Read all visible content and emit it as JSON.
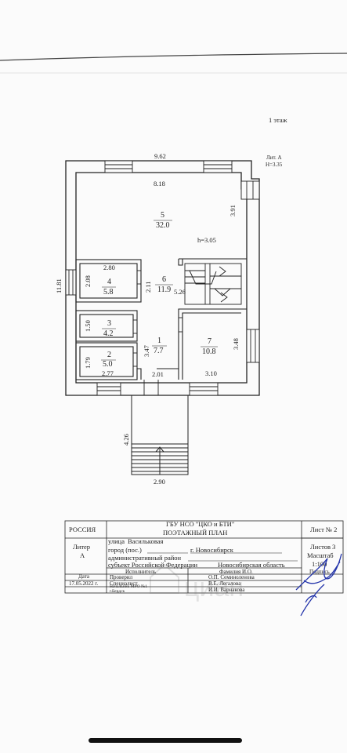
{
  "floor_label": "1 этаж",
  "litera_label": "Лит. А",
  "height_label": "H=3.35",
  "dimensions": {
    "top_outer": "9.62",
    "top_inner": "8.18",
    "right_upper": "3.91",
    "left_outer": "11.81",
    "corridor_ceiling": "h=3.05",
    "room4_width": "2.80",
    "room4_height": "2.08",
    "corridor_width": "2.11",
    "corridor_length": "5.26",
    "room3_height": "1.50",
    "room2_height": "1.79",
    "room2_width": "2.77",
    "room1_height": "3.47",
    "room1_width": "2.01",
    "room7_height": "3.48",
    "room7_width": "3.10",
    "porch_length": "4.26",
    "porch_width": "2.90"
  },
  "rooms": [
    {
      "num": "5",
      "area": "32.0"
    },
    {
      "num": "4",
      "area": "5.8"
    },
    {
      "num": "6",
      "area": "11.9"
    },
    {
      "num": "3",
      "area": "4.2"
    },
    {
      "num": "2",
      "area": "5.0"
    },
    {
      "num": "1",
      "area": "7.7"
    },
    {
      "num": "7",
      "area": "10.8"
    }
  ],
  "stamp": {
    "country": "РОССИЯ",
    "org": "ГБУ НСО \"ЦКО и БТИ\"",
    "doc_type": "ПОЭТАЖНЫЙ ПЛАН",
    "sheet": "Лист № 2",
    "litera_head": "Литер",
    "litera_value": "А",
    "street_label": "улица",
    "street_value": "Васильковая",
    "city_label": "город (пос.)",
    "city_value": "г. Новосибирск",
    "district_label": "административный район",
    "subject_label": "субъект Российской Федерации",
    "subject_value": "Новосибирская область",
    "sheets": "Листов 3",
    "scale_label": "Масштаб",
    "scale_value": "1:100",
    "col_date": "Дата",
    "col_executor": "Исполнитель",
    "col_name": "Фамилия И.О.",
    "col_sign": "Подпись",
    "date_value": "17.05.2022 г.",
    "role_specialist": "Специалист",
    "specialist_name": "В.Е. Легалова",
    "role_checked": "Проверил",
    "checked_name": "О.П. Семиноленова",
    "role_head_1": "Начальник МРО №1",
    "role_head_2": "г.Бердск",
    "head_name": "И.И. Варнакова"
  },
  "watermark": "циан",
  "colors": {
    "line": "#222222",
    "background": "#fbfbfb",
    "signature": "#2233aa"
  }
}
